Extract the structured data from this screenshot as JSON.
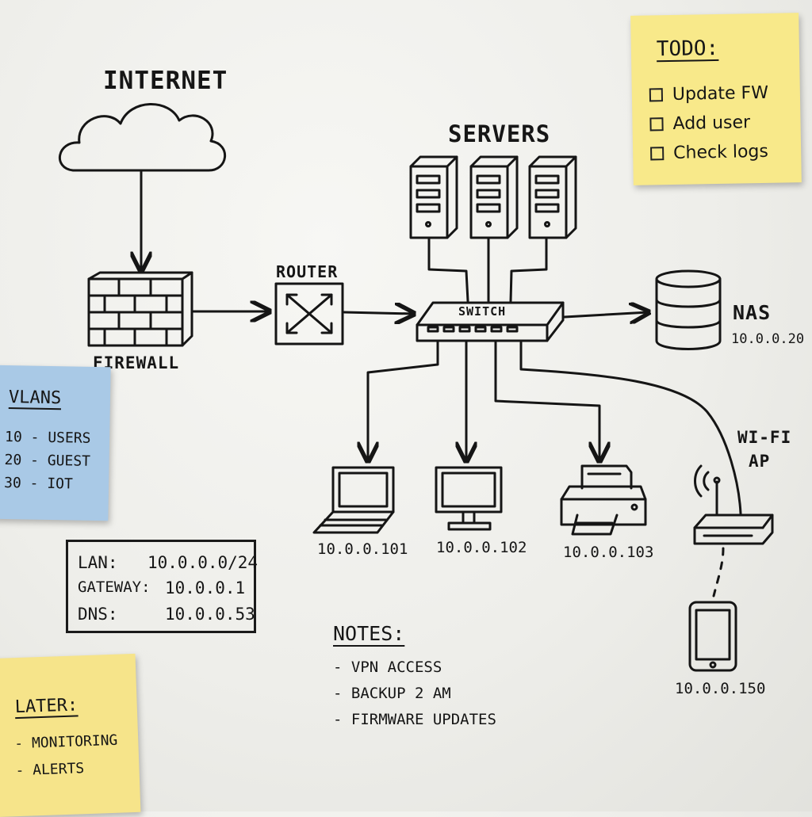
{
  "diagram": {
    "labels": {
      "internet": "INTERNET",
      "firewall": "FIREWALL",
      "router": "ROUTER",
      "servers": "SERVERS",
      "switch": "SWITCH",
      "nas": "NAS",
      "nas_ip": "10.0.0.20",
      "wifi_ap_line1": "WI-FI",
      "wifi_ap_line2": "AP",
      "laptop_ip": "10.0.0.101",
      "desktop_ip": "10.0.0.102",
      "printer_ip": "10.0.0.103",
      "tablet_ip": "10.0.0.150"
    }
  },
  "todo_note": {
    "title": "TODO:",
    "items": [
      "Update FW",
      "Add user",
      "Check logs"
    ],
    "color": "#f8e98a"
  },
  "vlans_note": {
    "title": "VLANS",
    "items": [
      "10 - USERS",
      "20 - GUEST",
      "30 - IOT"
    ],
    "color": "#a9c9e6"
  },
  "later_note": {
    "title": "LATER:",
    "items": [
      "- MONITORING",
      "- ALERTS"
    ],
    "color": "#f6e48a"
  },
  "network_box": {
    "rows": [
      {
        "label": "LAN:",
        "value": "10.0.0.0/24"
      },
      {
        "label": "GATEWAY:",
        "value": "10.0.0.1"
      },
      {
        "label": "DNS:",
        "value": "10.0.0.53"
      }
    ]
  },
  "notes": {
    "title": "NOTES:",
    "items": [
      "- VPN ACCESS",
      "- BACKUP 2 AM",
      "- FIRMWARE UPDATES"
    ]
  }
}
